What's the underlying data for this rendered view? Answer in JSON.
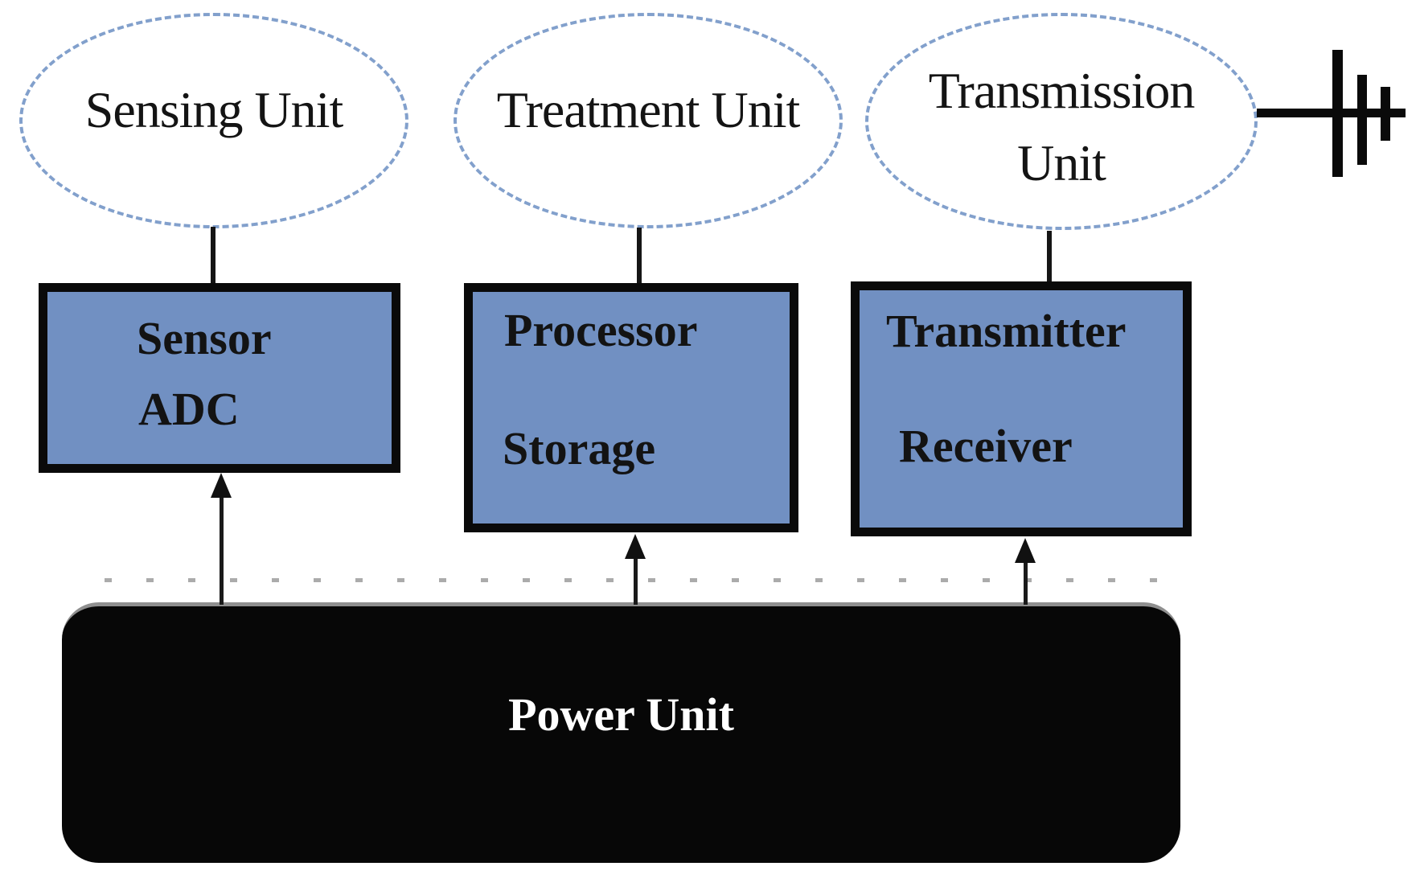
{
  "diagram": {
    "title_hint": "Wireless sensor node architecture",
    "ellipses": [
      {
        "label": "Sensing Unit"
      },
      {
        "label": "Treatment Unit"
      },
      {
        "label": "Transmission\nUnit"
      }
    ],
    "boxes": [
      {
        "line1": "Sensor",
        "line2": "ADC"
      },
      {
        "line1": "Processor",
        "line2": "Storage"
      },
      {
        "line1": "Transmitter",
        "line2": "Receiver"
      }
    ],
    "power": {
      "label": "Power Unit"
    },
    "icons": {
      "antenna": "antenna-icon"
    },
    "colors": {
      "box_fill": "#7190c2",
      "box_border": "#0a0a0a",
      "ellipse_border": "#82a0cc",
      "power_fill": "#070707",
      "power_top_edge": "#8f8f8f",
      "power_text": "#ffffff",
      "line_color": "#151515",
      "dashed_separator": "#ababab",
      "text_color": "#141414"
    }
  }
}
